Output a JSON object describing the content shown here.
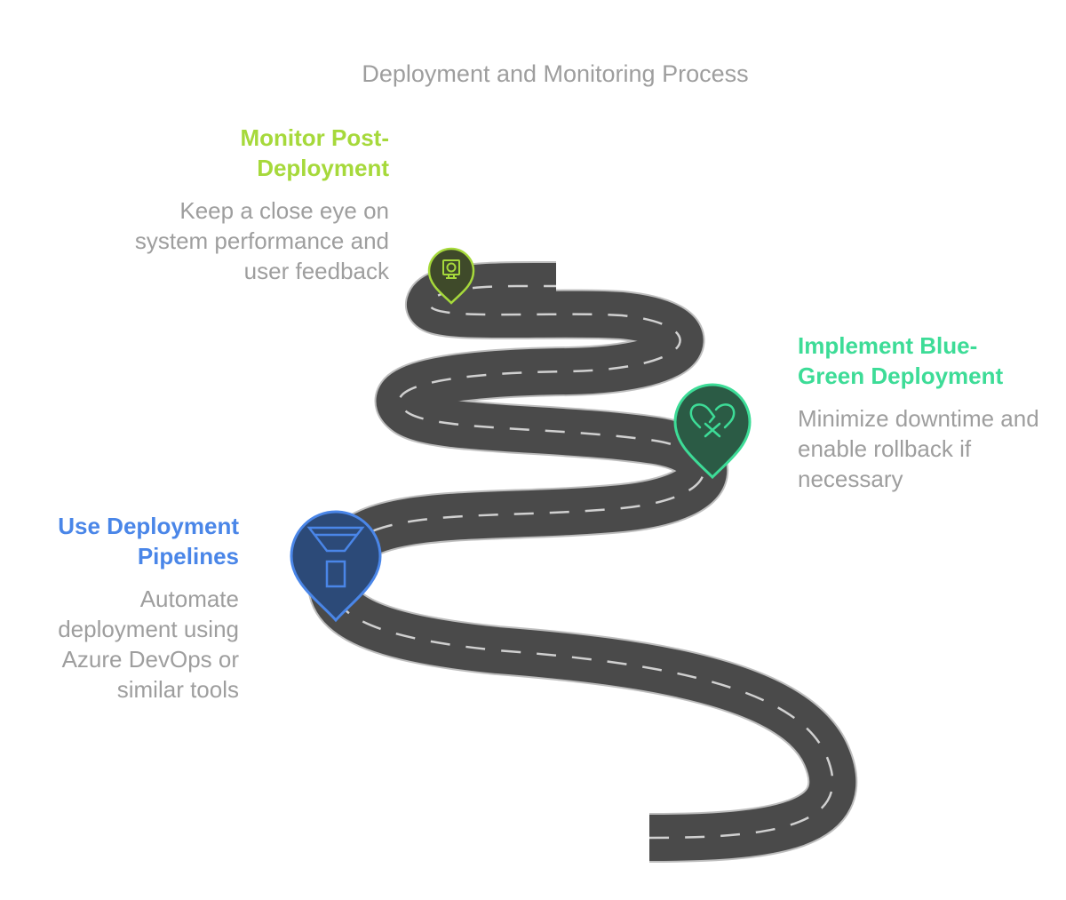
{
  "title": "Deployment and Monitoring Process",
  "colors": {
    "road": "#4a4a4a",
    "road_edge": "#bdbdbd",
    "pipelines": "#4a86e8",
    "pipelines_fill": "#2c4a78",
    "bluegreen": "#3ddc97",
    "bluegreen_fill": "#2b5b45",
    "monitor": "#a6d93b",
    "monitor_fill": "#3f4a2a"
  },
  "steps": {
    "monitor": {
      "title": "Monitor Post-\nDeployment",
      "description": "Keep a close eye on system performance and user feedback",
      "icon": "monitor-camera-icon"
    },
    "bluegreen": {
      "title": "Implement Blue-\nGreen Deployment",
      "description": "Minimize downtime and enable rollback if necessary",
      "icon": "broken-heart-icon"
    },
    "pipelines": {
      "title": "Use Deployment\nPipelines",
      "description": "Automate deployment using Azure DevOps or similar tools",
      "icon": "funnel-icon"
    }
  }
}
